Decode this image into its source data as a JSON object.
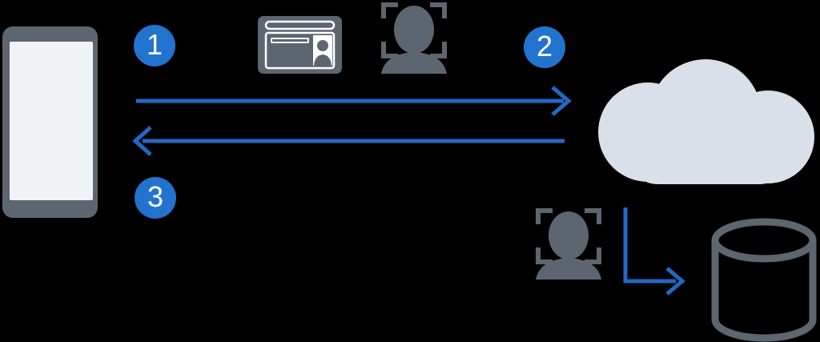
{
  "title": "identity-verification-flow-diagram",
  "colors": {
    "background": "#000000",
    "device_gray": "#5C6670",
    "screen": "#F0F3F5",
    "detail_white": "#FFFFFF",
    "cloud": "#DAE0E9",
    "step_blue": "#2273CE",
    "arrow_blue": "#2268C5",
    "step_text": "#FFFFFF"
  },
  "steps": [
    {
      "label": "1"
    },
    {
      "label": "2"
    },
    {
      "label": "3"
    }
  ],
  "icons": {
    "phone": "smartphone-icon",
    "id_card": "id-card-icon",
    "face_scan_top": "face-scan-icon",
    "cloud": "cloud-icon",
    "face_scan_bottom": "face-scan-icon",
    "database": "database-icon"
  }
}
